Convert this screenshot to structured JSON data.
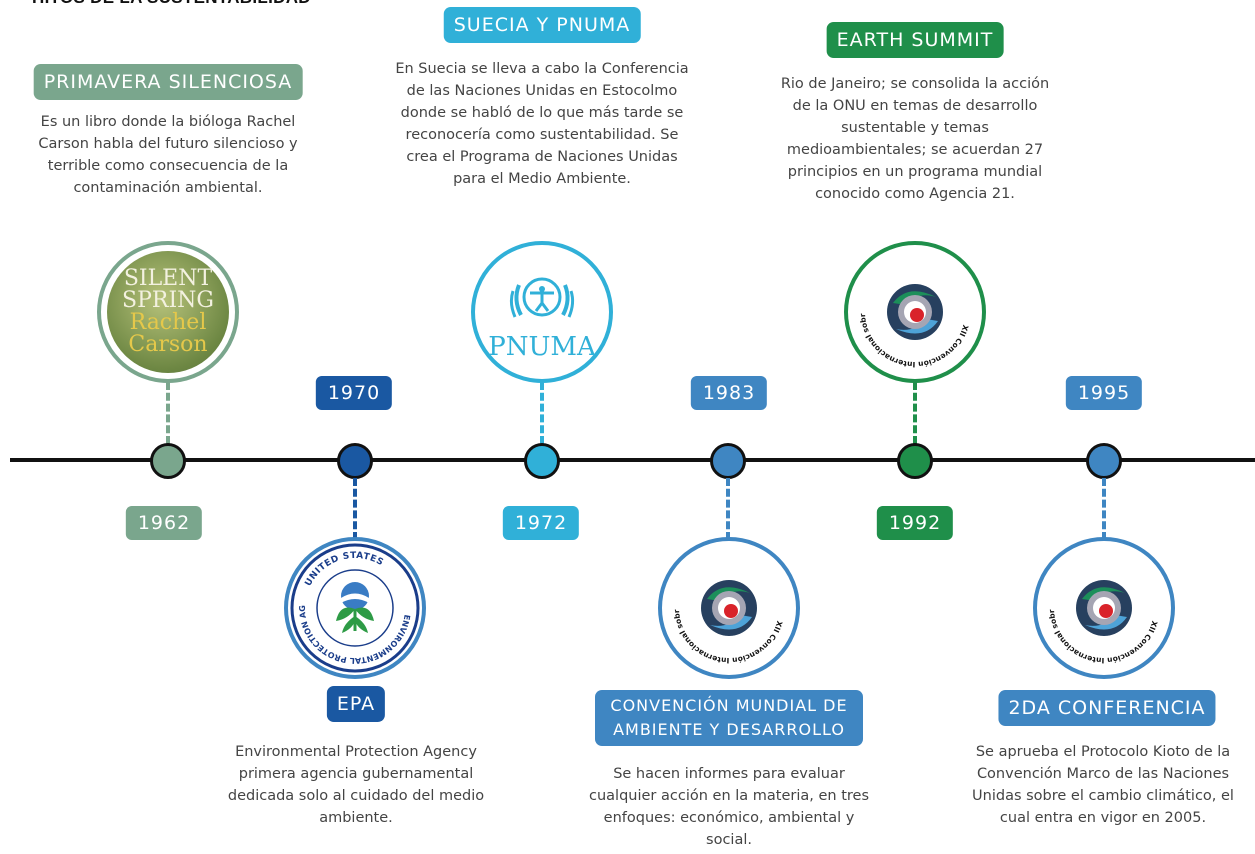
{
  "page_title": "HITOS DE LA SUSTENTABILIDAD",
  "colors": {
    "sage": "#7aa68d",
    "navy": "#1a58a2",
    "cyan": "#30b0d8",
    "steel": "#3f86c2",
    "green": "#1f8f4a",
    "axis": "#111111"
  },
  "events": [
    {
      "year": "1962",
      "title": "PRIMAVERA SILENCIOSA",
      "description": "Es un libro donde la bióloga Rachel Carson habla del futuro silencioso y terrible como consecuencia de la contaminación ambiental.",
      "image_text": [
        "SILENT",
        "SPRING",
        "Rachel",
        "Carson"
      ],
      "icon": "silent-spring-book-cover-icon"
    },
    {
      "year": "1970",
      "title": "EPA",
      "description": "Environmental Protection Agency primera agencia gubernamental dedicada solo al cuidado del medio ambiente.",
      "image_text": [
        "UNITED STATES",
        "ENVIRONMENTAL PROTECTION AGENCY"
      ],
      "icon": "epa-seal-icon"
    },
    {
      "year": "1972",
      "title": "SUECIA Y PNUMA",
      "description": "En Suecia se lleva a cabo la Conferencia de las Naciones Unidas en Estocolmo donde se habló de lo que más tarde se reconocería como sustentabilidad. Se crea el Programa de Naciones Unidas para el Medio Ambiente.",
      "image_text": [
        "PNUMA"
      ],
      "icon": "unep-emblem-icon"
    },
    {
      "year": "1983",
      "title": "CONVENCIÓN MUNDIAL DE AMBIENTE Y DESARROLLO",
      "description": "Se hacen informes para evaluar cualquier acción en la materia, en tres enfoques: económico, ambiental y social.",
      "image_text": [
        "XII Convención Internacional sobre Medio Ambiente y Desarrollo"
      ],
      "icon": "convention-swirl-logo-icon"
    },
    {
      "year": "1992",
      "title": "EARTH SUMMIT",
      "description": "Rio de Janeiro; se consolida la acción de la ONU en temas de desarrollo sustentable y temas medioambientales; se acuerdan 27 principios en un programa mundial conocido como Agencia 21.",
      "image_text": [
        "XII Convención Internacional sobre Medio Ambiente y Desarrollo"
      ],
      "icon": "convention-swirl-logo-icon"
    },
    {
      "year": "1995",
      "title": "2DA CONFERENCIA",
      "description": "Se aprueba el Protocolo Kioto de la Convención Marco de las Naciones Unidas sobre el cambio climático, el cual entra en vigor en 2005.",
      "image_text": [
        "XII Convención Internacional sobre Medio Ambiente y Desarrollo"
      ],
      "icon": "convention-swirl-logo-icon"
    }
  ]
}
